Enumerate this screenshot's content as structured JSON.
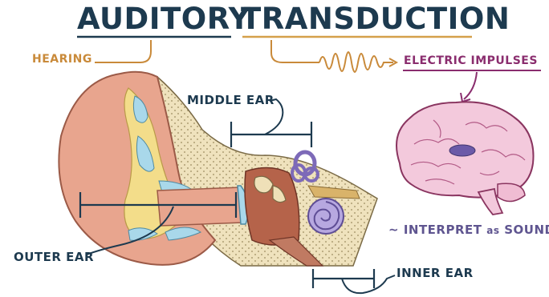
{
  "title": {
    "word1": "AUDITORY",
    "word2": "TRANSDUCTION"
  },
  "labels": {
    "hearing": "HEARING",
    "electric_impulses": "ELECTRIC IMPULSES",
    "middle_ear": "MIDDLE EAR",
    "outer_ear": "OUTER EAR",
    "inner_ear": "INNER EAR",
    "interpret_prefix": "~",
    "interpret_1": "INTERPRET",
    "interpret_2": "as",
    "interpret_3": "SOUND"
  },
  "colors": {
    "title": "#1d3a4f",
    "hearing": "#c98a3a",
    "electric": "#8a2d6e",
    "interpret": "#5f5590",
    "brain": "#f3c9dc",
    "auditory_region": "#6b5aa8",
    "skin": "#e8a58e",
    "bone": "#efe0b8",
    "cochlea": "#b7a8e0",
    "canal_fluid": "#a9d8ea"
  },
  "icons": [
    "ear-anatomy-illustration",
    "brain-illustration",
    "sound-wave-icon",
    "cochlea-icon",
    "ossicles-icon"
  ]
}
